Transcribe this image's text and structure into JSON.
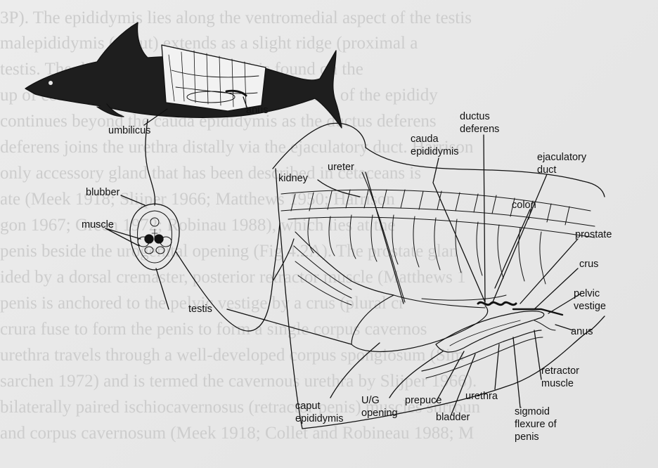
{
  "background_text": [
    "3P). The epididymis lies along the ventromedial aspect of the testis",
    "malepididymis (caput) extends as a slight ridge (proximal a",
    "testis. The distal epididymis (cauda) is found on the",
    "up of convolutions of the extratesticular portion of the epididy",
    "continues beyond the cauda epididymis as the ductus deferens",
    "deferens joins the urethra distally via the ejaculatory duct. Harrison",
    "only accessory gland that has been described in cetaceans is",
    "ate (Meek 1918; Slijper 1966; Matthews 1950; Harrison",
    "gon 1967; Green 1972; Robinau 1988), which lies at the",
    "penis beside the urogenital opening (Fig 4.2A). The prostate glan",
    "ided by a dorsal cremaster, posterior retractor muscle (Matthews 1",
    "penis is anchored to the pelvic vestige by a crus (plural cr",
    "crura fuse to form the penis to form a single corpus cavernos",
    "urethra travels through a well-developed corpus spongiosum (Sim",
    "sarchen 1972) and is termed the cavernous urethra by Slijper 1966).",
    "bilaterally paired ischiocavernosus (retractor penis) muscles surroun",
    "and corpus cavernosum (Meek 1918; Collet and Robineau 1988; M"
  ],
  "labels": {
    "anus_top": "anus",
    "umbilicus": "umbilicus",
    "blubber": "blubber",
    "muscle": "muscle",
    "testis": "testis",
    "kidney": "kidney",
    "ureter": "ureter",
    "cauda_l1": "cauda",
    "cauda_l2": "epididymis",
    "ductus_l1": "ductus",
    "ductus_l2": "deferens",
    "ejac_l1": "ejaculatory",
    "ejac_l2": "duct",
    "colon": "colon",
    "prostate": "prostate",
    "crus": "crus",
    "pelvic_l1": "pelvic",
    "pelvic_l2": "vestige",
    "anus_bottom": "anus",
    "retractor_l1": "retractor",
    "retractor_l2": "muscle",
    "caput_l1": "caput",
    "caput_l2": "epididymis",
    "ug_l1": "U/G",
    "ug_l2": "opening",
    "prepuce": "prepuce",
    "bladder": "bladder",
    "urethra": "urethra",
    "sigmoid_l1": "sigmoid",
    "sigmoid_l2": "flexure of",
    "sigmoid_l3": "penis"
  },
  "colors": {
    "ink": "#111111",
    "paper": "#e9e9e9",
    "ghost_text": "#cdcdcd"
  },
  "icons": {
    "dolphin": "dolphin-silhouette-icon",
    "cross_section": "cross-section-icon"
  }
}
